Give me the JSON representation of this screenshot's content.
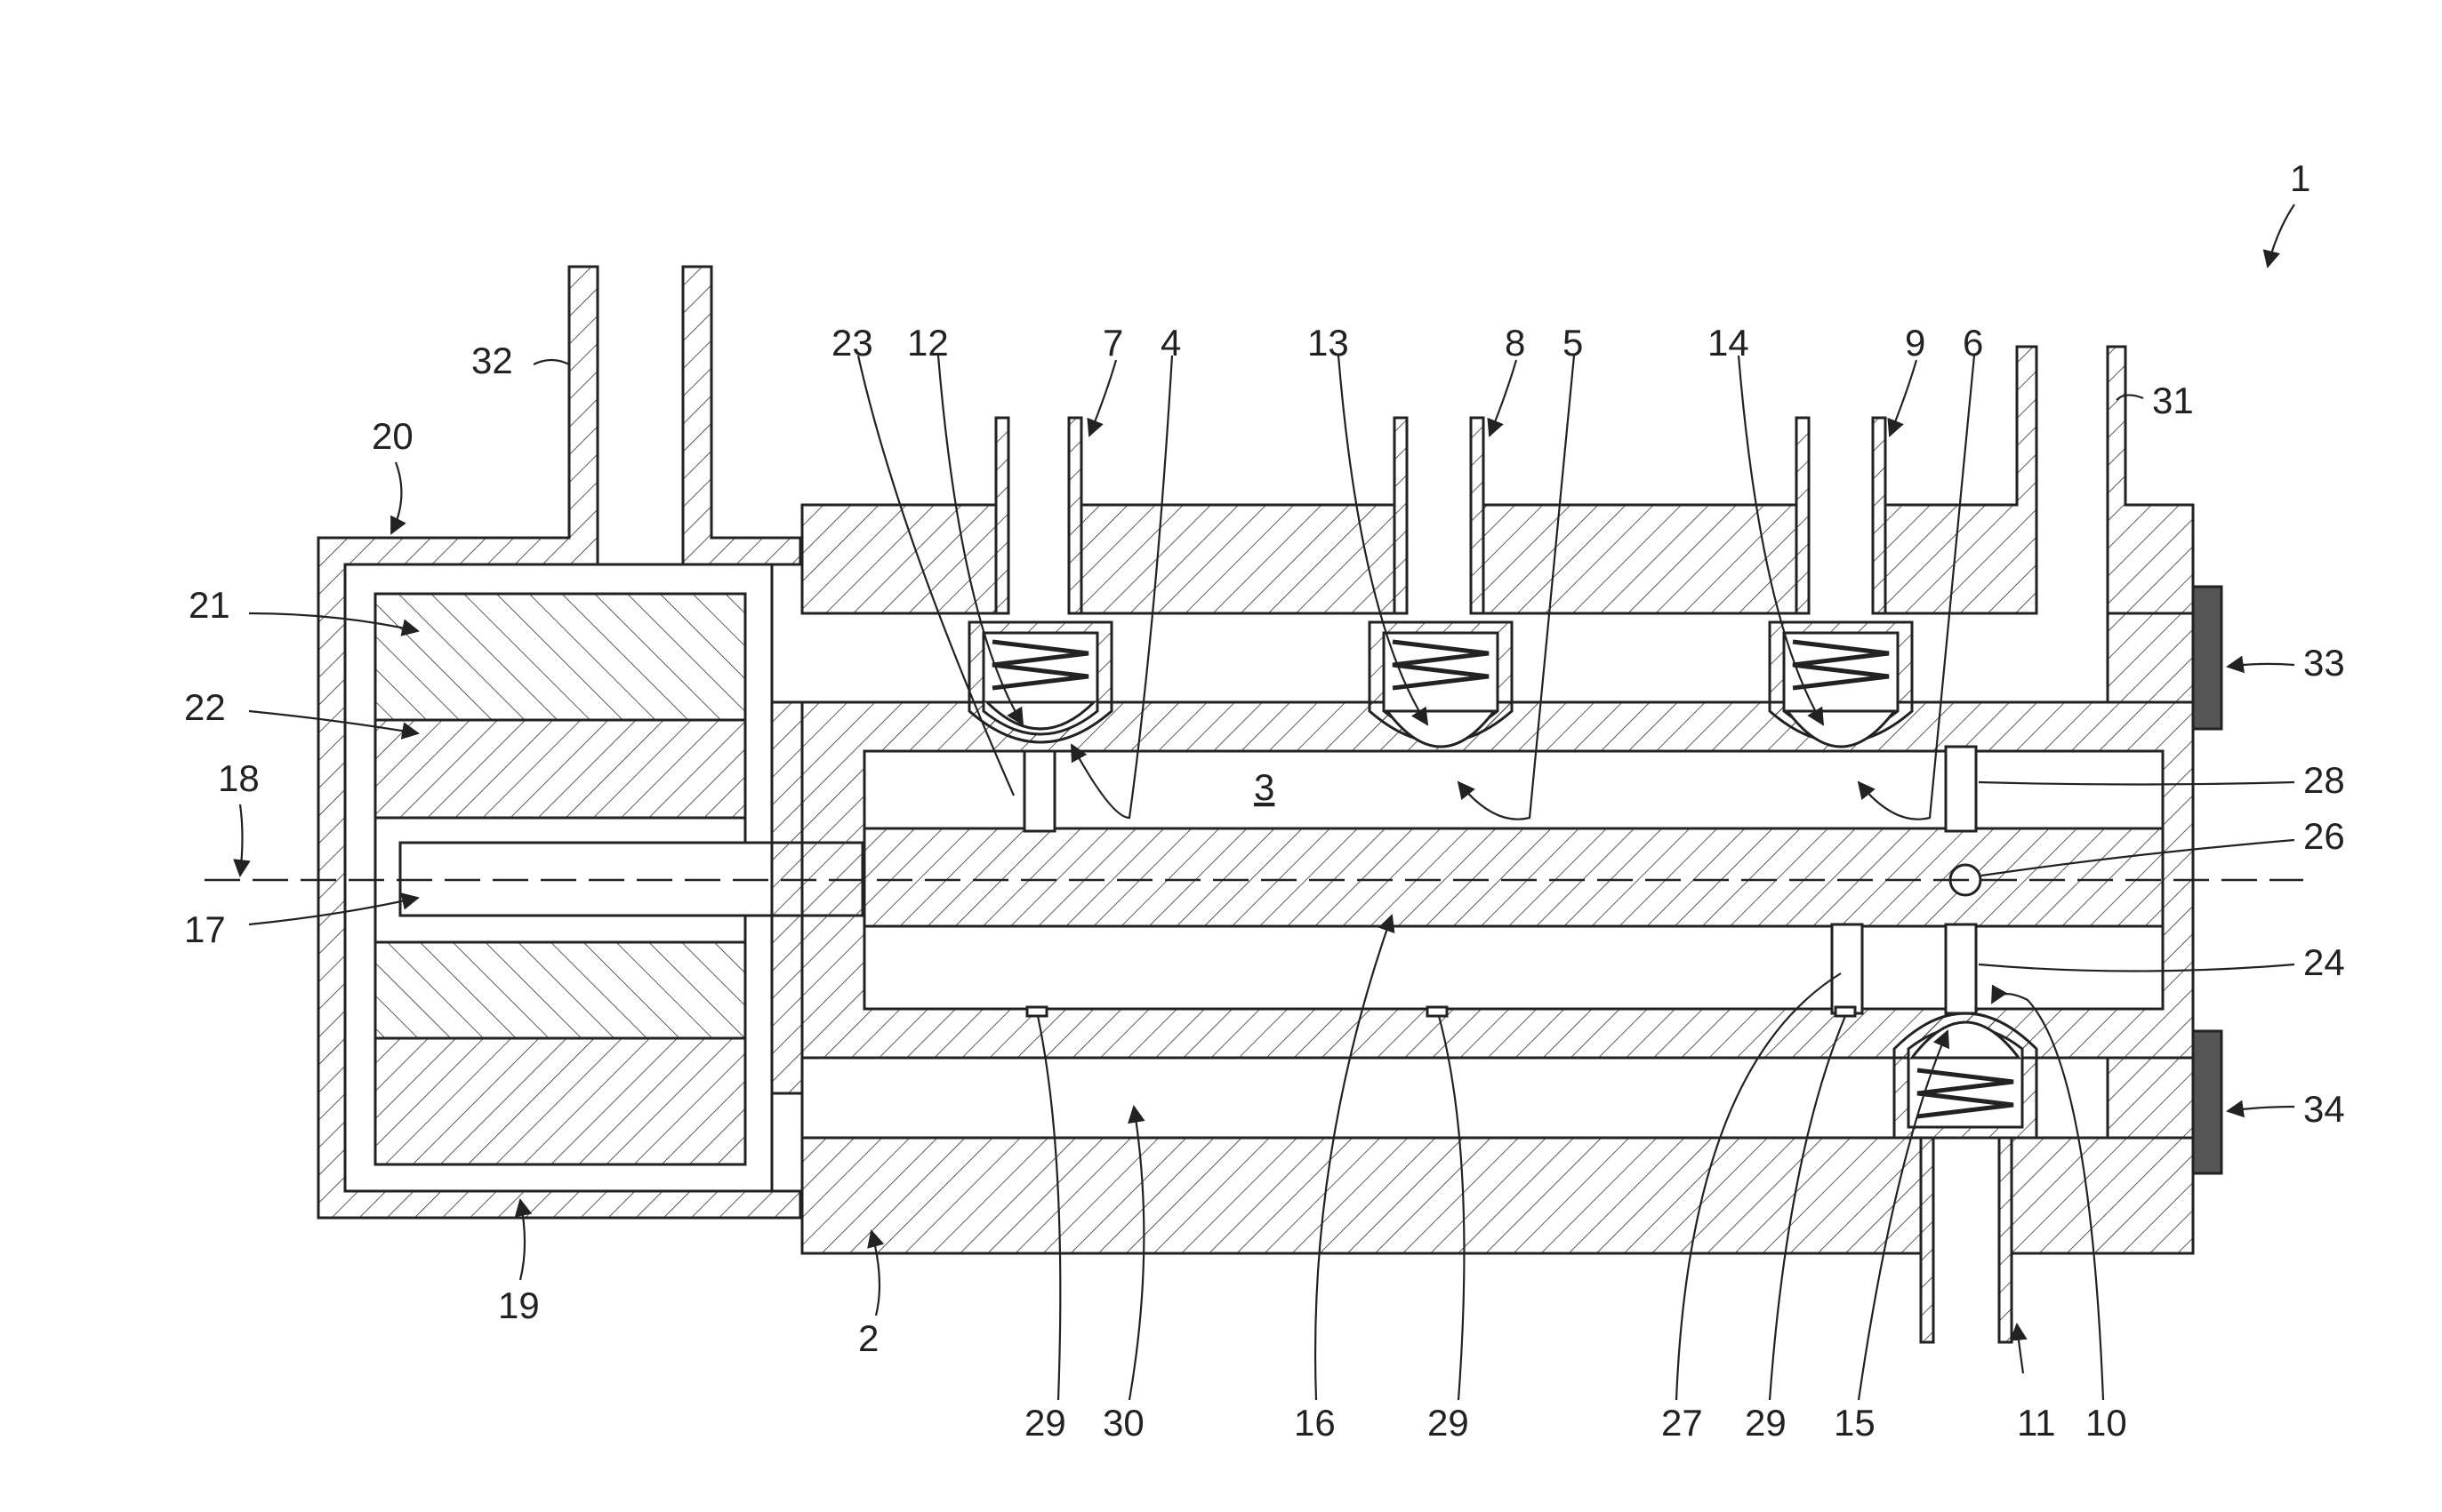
{
  "labels": {
    "l1": "1",
    "l2": "2",
    "l3": "3",
    "l4": "4",
    "l5": "5",
    "l6": "6",
    "l7": "7",
    "l8": "8",
    "l9": "9",
    "l10": "10",
    "l11": "11",
    "l12": "12",
    "l13": "13",
    "l14": "14",
    "l15": "15",
    "l16": "16",
    "l17": "17",
    "l18": "18",
    "l19": "19",
    "l20": "20",
    "l21": "21",
    "l22": "22",
    "l23": "23",
    "l24": "24",
    "l26": "26",
    "l27": "27",
    "l28": "28",
    "l29a": "29",
    "l29b": "29",
    "l29c": "29",
    "l30": "30",
    "l31": "31",
    "l32": "32",
    "l33": "33",
    "l34": "34"
  }
}
